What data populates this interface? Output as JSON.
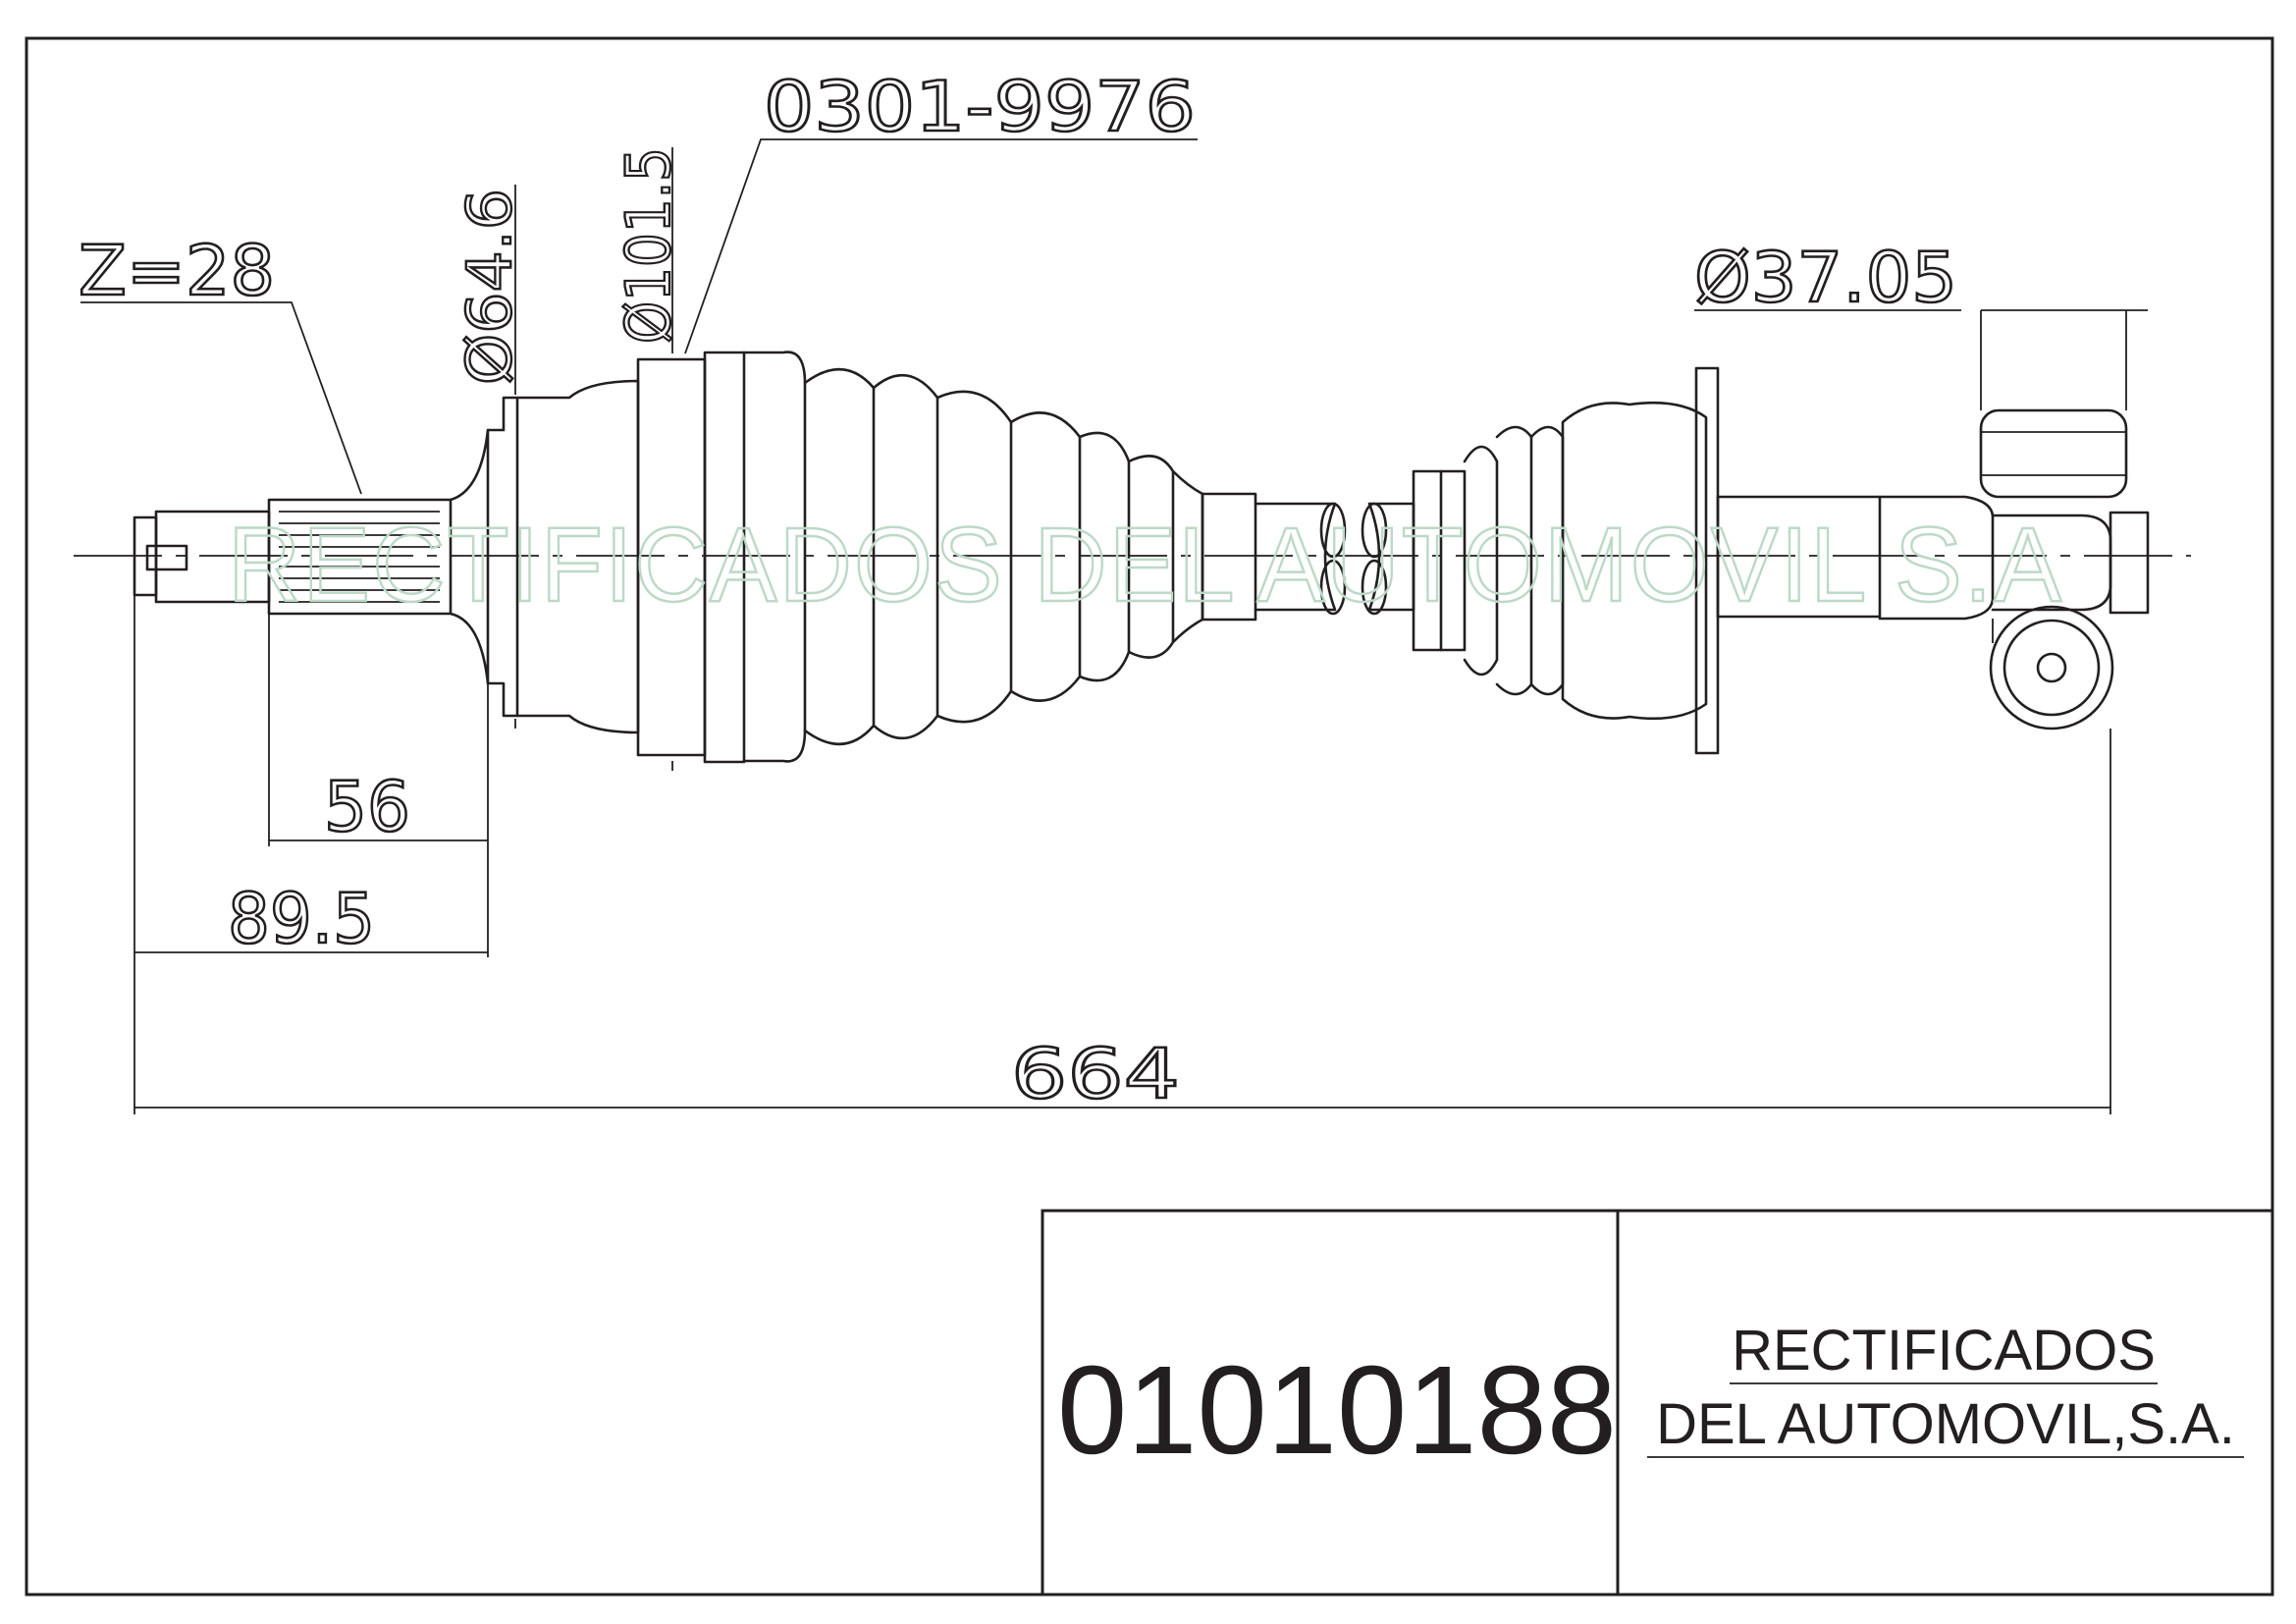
{
  "title_block": {
    "part_number": "01010188",
    "company_line1": "RECTIFICADOS",
    "company_line2": "DEL AUTOMOVIL,S.A."
  },
  "watermark": "RECTIFICADOS DEL AUTOMOVIL S.A",
  "callouts": {
    "spline_teeth": "Z=28",
    "boot_reference": "0301-9976",
    "diameter_outer_joint": "Ø64.6",
    "diameter_boot": "Ø101.5",
    "diameter_inner_end": "Ø37.05"
  },
  "dimensions": {
    "spline_length": "56",
    "stub_length": "89.5",
    "overall_length": "664"
  }
}
